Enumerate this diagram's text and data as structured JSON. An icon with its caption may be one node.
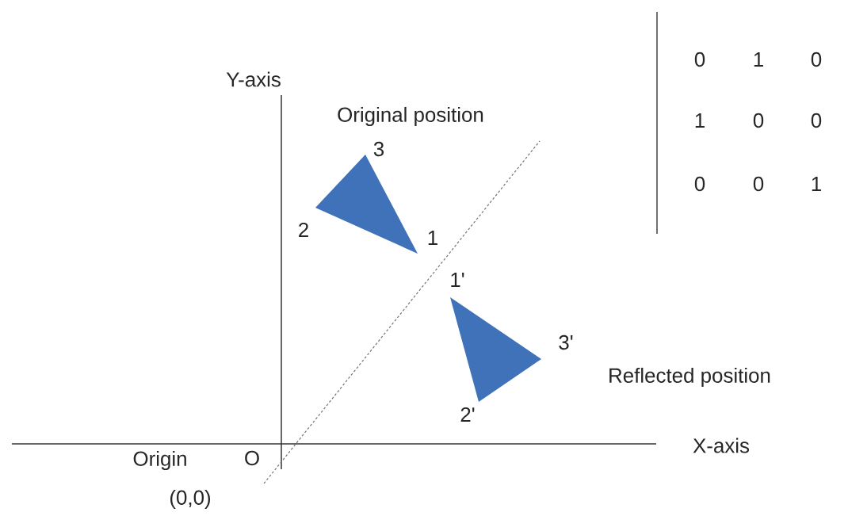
{
  "diagram": {
    "nodes": [
      {
        "text": [],
        "shape": "triangle"
      },
      {
        "text": [],
        "shape": "triangle"
      }
    ],
    "labels": [
      "0",
      "1",
      "0",
      "Y-axis",
      "Original position",
      "1",
      "0",
      "0",
      "3",
      "0",
      "0",
      "1",
      "2",
      "1",
      "1'",
      "3'",
      "Reflected position",
      "2'",
      "X-axis",
      "Origin",
      "O",
      "(0,0)"
    ]
  }
}
